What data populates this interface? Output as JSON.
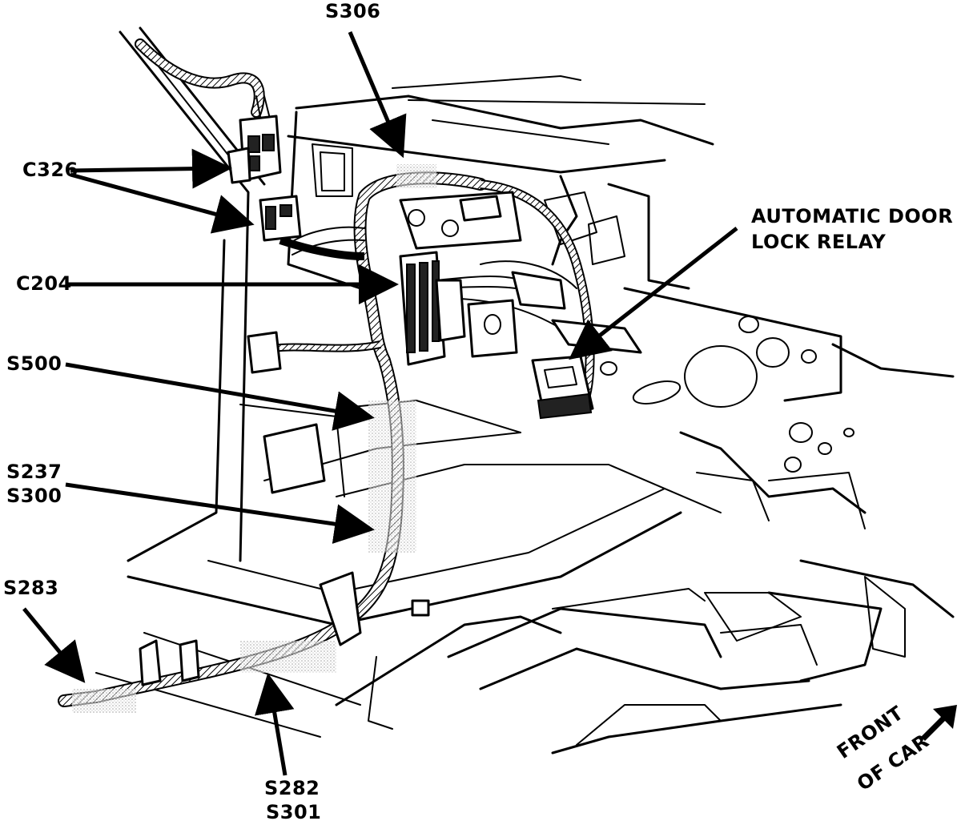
{
  "labels": {
    "s306": "S306",
    "c326": "C326",
    "c204": "C204",
    "s500": "S500",
    "s237": "S237",
    "s300": "S300",
    "s283": "S283",
    "s282": "S282",
    "s301": "S301",
    "relay_line1": "AUTOMATIC DOOR",
    "relay_line2": "LOCK RELAY",
    "front_line1": "FRONT",
    "front_line2": "OF CAR"
  }
}
